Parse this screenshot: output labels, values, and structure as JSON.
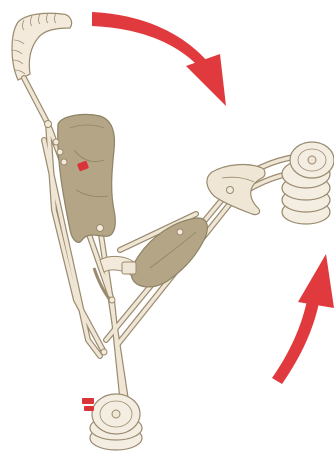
{
  "illustration": {
    "subject": "folding-umbrella-stroller",
    "arrows": [
      {
        "name": "fold-arrow-top",
        "direction": "clockwise-down"
      },
      {
        "name": "fold-arrow-bottom",
        "direction": "up"
      }
    ],
    "colors": {
      "frame_fill": "#efe6d6",
      "frame_stroke": "#9a8a6e",
      "fabric": "#b3a585",
      "fabric_dark": "#8f8366",
      "wheel_fill": "#f4ede1",
      "arrow_red": "#e03a3e",
      "accent_red": "#d8343a",
      "grip": "#f3eadb"
    }
  }
}
